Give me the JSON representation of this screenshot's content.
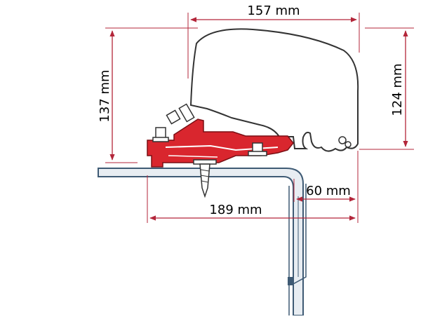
{
  "dimensions": {
    "width_top": "157 mm",
    "height_left": "137 mm",
    "height_right": "124 mm",
    "overhang": "60 mm",
    "width_bottom": "189 mm"
  },
  "colors": {
    "dimension_line": "#b3263a",
    "bracket": "#d9262e",
    "bracket_edge": "#7a0f14",
    "roof_panel": "#3e5a74",
    "roof_fill": "#e8edf2",
    "awning_outline": "#333333"
  }
}
